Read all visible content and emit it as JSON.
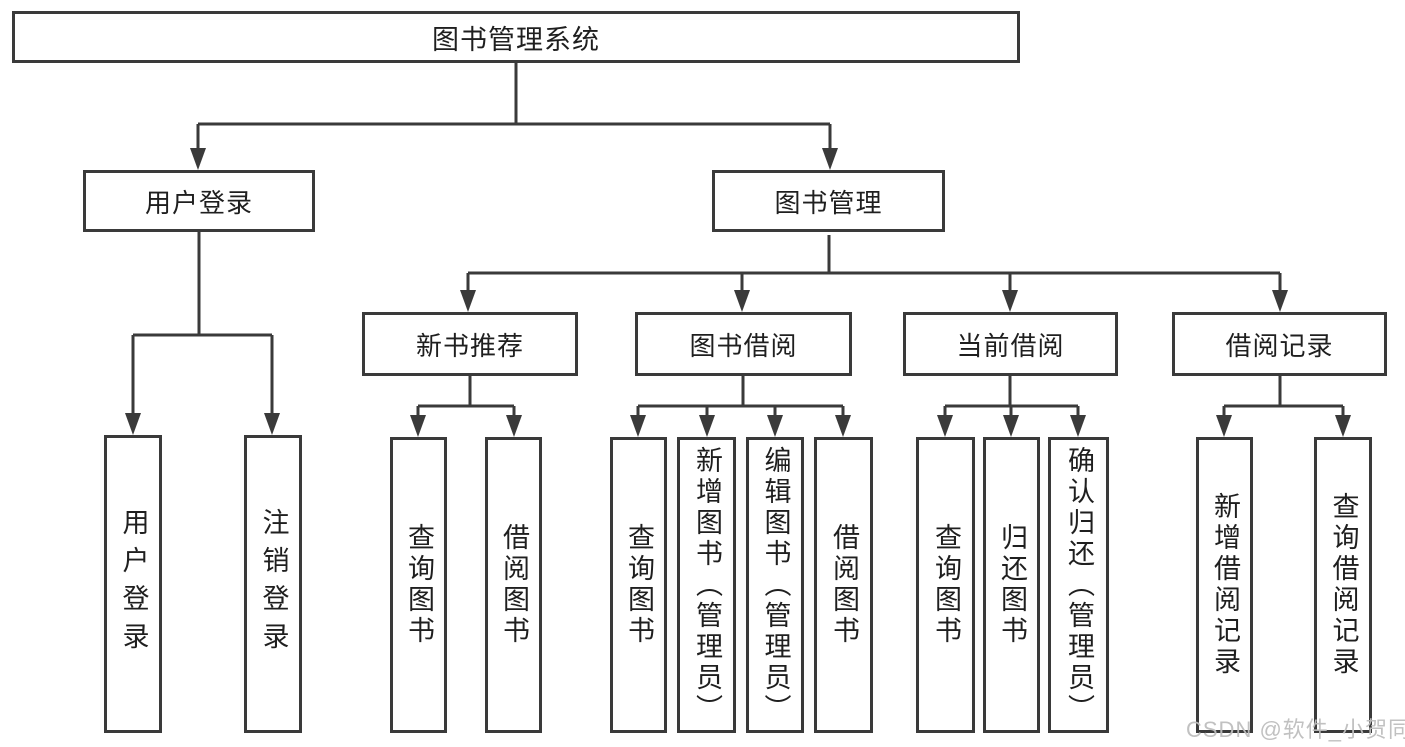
{
  "diagram": {
    "tree": {
      "root": {
        "label": "图书管理系统"
      },
      "branches": [
        {
          "label": "用户登录",
          "children": [
            {
              "label": "用户登录"
            },
            {
              "label": "注销登录"
            }
          ]
        },
        {
          "label": "图书管理",
          "children": [
            {
              "label": "新书推荐",
              "children": [
                {
                  "label": "查询图书"
                },
                {
                  "label": "借阅图书"
                }
              ]
            },
            {
              "label": "图书借阅",
              "children": [
                {
                  "label": "查询图书"
                },
                {
                  "label": "新增图书（管理员）"
                },
                {
                  "label": "编辑图书（管理员）"
                },
                {
                  "label": "借阅图书"
                }
              ]
            },
            {
              "label": "当前借阅",
              "children": [
                {
                  "label": "查询图书"
                },
                {
                  "label": "归还图书"
                },
                {
                  "label": "确认归还（管理员）"
                }
              ]
            },
            {
              "label": "借阅记录",
              "children": [
                {
                  "label": "新增借阅记录"
                },
                {
                  "label": "查询借阅记录"
                }
              ]
            }
          ]
        }
      ]
    },
    "colors": {
      "line": "#3a3a3a",
      "text": "#1f1f1f",
      "watermark": "#bebebe",
      "background": "#ffffff"
    }
  },
  "watermark": {
    "text": "CSDN @软件_小贺同学"
  }
}
